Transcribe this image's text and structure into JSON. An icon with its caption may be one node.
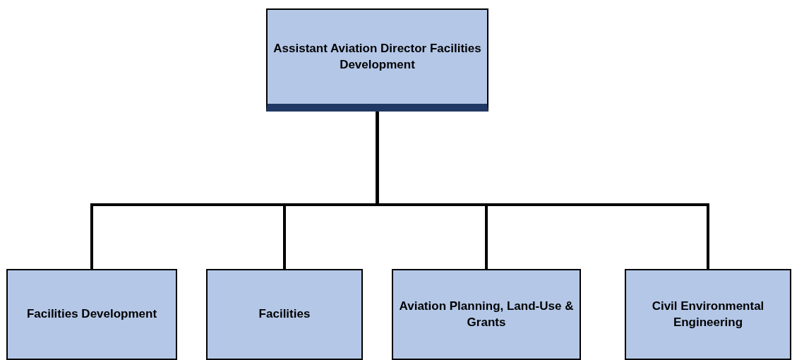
{
  "diagram": {
    "nodes": [
      {
        "text": [
          "Assistant Aviation Director Facilities Development"
        ]
      },
      {
        "text": [
          "Facilities Development"
        ]
      },
      {
        "text": [
          "Facilities"
        ]
      },
      {
        "text": [
          "Aviation Planning, Land-Use & Grants"
        ]
      },
      {
        "text": [
          "Civil Environmental Engineering"
        ]
      }
    ],
    "edges": [
      {
        "from": 0,
        "to": 1,
        "arrow": "none"
      },
      {
        "from": 0,
        "to": 2,
        "arrow": "none"
      },
      {
        "from": 0,
        "to": 3,
        "arrow": "none"
      },
      {
        "from": 0,
        "to": 4,
        "arrow": "none"
      }
    ]
  }
}
